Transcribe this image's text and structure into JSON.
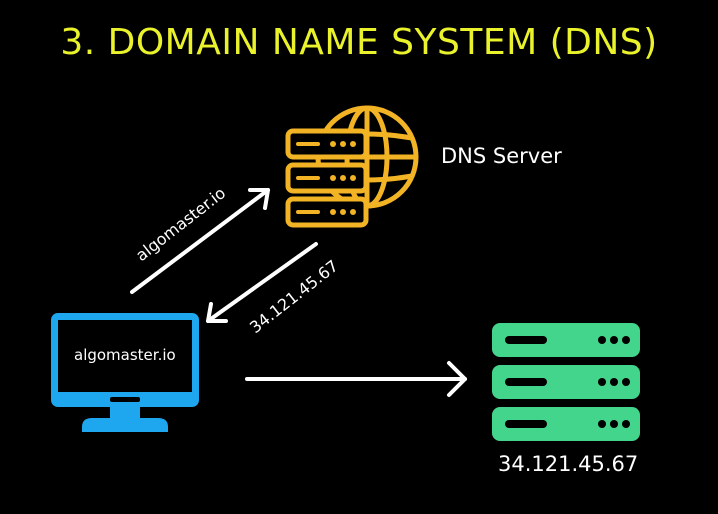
{
  "title": "3. DOMAIN NAME SYSTEM (DNS)",
  "dns_server": {
    "label": "DNS Server",
    "icon": "dns-server-globe-icon",
    "color": "#f2b325"
  },
  "client": {
    "screen_text": "algomaster.io",
    "icon": "computer-monitor-icon",
    "color": "#1ea7ef"
  },
  "web_server": {
    "ip_label": "34.121.45.67",
    "icon": "server-rack-icon",
    "color": "#43d58b"
  },
  "arrows": {
    "request_label": "algomaster.io",
    "response_label": "34.121.45.67"
  },
  "colors": {
    "background": "#000000",
    "title": "#e9f22a",
    "text": "#ffffff"
  }
}
